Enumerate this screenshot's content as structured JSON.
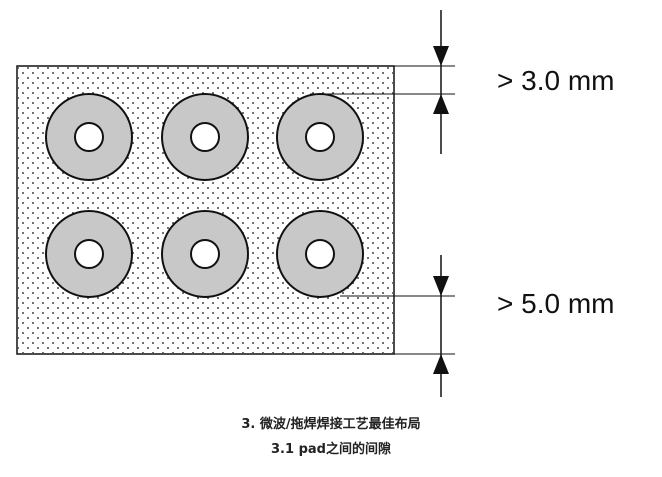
{
  "diagram": {
    "pad_rows": 2,
    "pad_cols": 3,
    "colors": {
      "board": "#ffffff",
      "dots": "#444444",
      "pad_fill": "#c8c8c8",
      "outline": "#111111"
    },
    "dimensions": [
      {
        "label": "> 3.0 mm"
      },
      {
        "label": "> 5.0 mm"
      }
    ]
  },
  "caption": {
    "line1": "3. 微波/拖焊焊接工艺最佳布局",
    "line2": "3.1 pad之间的间隙"
  }
}
